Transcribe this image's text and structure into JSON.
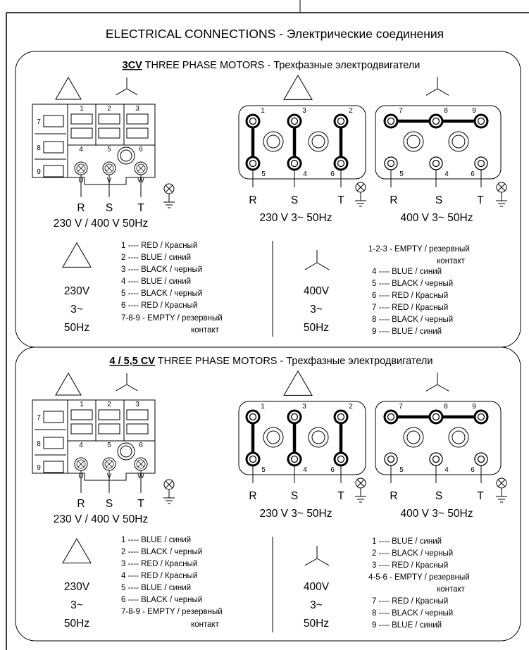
{
  "page_title": "ELECTRICAL CONNECTIONS - Электрические соединения",
  "sections": [
    {
      "title_bold": "3CV",
      "title_rest": " THREE PHASE MOTORS - Трехфазные электродвигатели",
      "box_terms": [
        "1",
        "2",
        "3",
        "4",
        "5",
        "6",
        "7",
        "8",
        "9"
      ],
      "box_uvw": [
        "U",
        "V",
        "W"
      ],
      "box_rst": [
        "R",
        "S",
        "T"
      ],
      "box_voltage": "230 V / 400 V  50Hz",
      "delta_top": [
        "1",
        "3",
        "2"
      ],
      "delta_bottom": [
        "5",
        "4",
        "6"
      ],
      "delta_rst": [
        "R",
        "S",
        "T"
      ],
      "delta_voltage": "230 V  3~  50Hz",
      "star_top": [
        "7",
        "8",
        "9"
      ],
      "star_bottom": [
        "5",
        "4",
        "6"
      ],
      "star_rst": [
        "R",
        "S",
        "T"
      ],
      "star_voltage": "400 V  3~  50Hz",
      "left_legend_value": [
        "230V",
        "3~",
        "50Hz"
      ],
      "left_legend": [
        "1 ---- RED / Красный",
        "2 ---- BLUE / синий",
        "3 ---- BLACK / черный",
        "4 ---- BLUE / синий",
        "5 ---- BLACK / черный",
        "6 ---- RED / Красный",
        "7-8-9 - EMPTY / резервный",
        "контакт"
      ],
      "right_legend_value": [
        "400V",
        "3~",
        "50Hz"
      ],
      "right_legend": [
        "1-2-3 - EMPTY / резервный",
        "контакт",
        "4 ---- BLUE / синий",
        "5 ---- BLACK / черный",
        "6 ---- RED / Красный",
        "7 ---- RED / Красный",
        "8 ---- BLACK / черный",
        "9 ---- BLUE / синий"
      ]
    },
    {
      "title_bold": "4 / 5,5 CV",
      "title_rest": " THREE PHASE MOTORS - Трехфазные электродвигатели",
      "box_terms": [
        "1",
        "2",
        "3",
        "4",
        "5",
        "6",
        "7",
        "8",
        "9"
      ],
      "box_uvw": [
        "U",
        "V",
        "W"
      ],
      "box_rst": [
        "R",
        "S",
        "T"
      ],
      "box_voltage": "230 V / 400 V  50Hz",
      "delta_top": [
        "1",
        "3",
        "2"
      ],
      "delta_bottom": [
        "5",
        "4",
        "6"
      ],
      "delta_rst": [
        "R",
        "S",
        "T"
      ],
      "delta_voltage": "230 V  3~  50Hz",
      "star_top": [
        "7",
        "8",
        "9"
      ],
      "star_bottom": [
        "5",
        "4",
        "6"
      ],
      "star_rst": [
        "R",
        "S",
        "T"
      ],
      "star_voltage": "400 V  3~  50Hz",
      "left_legend_value": [
        "230V",
        "3~",
        "50Hz"
      ],
      "left_legend": [
        "1 ---- BLUE / синий",
        "2 ---- BLACK / черный",
        "3 ---- RED / Красный",
        "4 ---- RED / Красный",
        "5 ---- BLUE / синий",
        "6 ---- BLACK / черный",
        "7-8-9 - EMPTY / резервный",
        "контакт"
      ],
      "right_legend_value": [
        "400V",
        "3~",
        "50Hz"
      ],
      "right_legend": [
        "1 ---- BLUE / синий",
        "2 ---- BLACK / черный",
        "3 ---- RED / Красный",
        "4-5-6 - EMPTY / резервный",
        "контакт",
        "7 ---- RED / Красный",
        "8 ---- BLACK / черный",
        "9 ---- BLUE / синий"
      ]
    }
  ]
}
